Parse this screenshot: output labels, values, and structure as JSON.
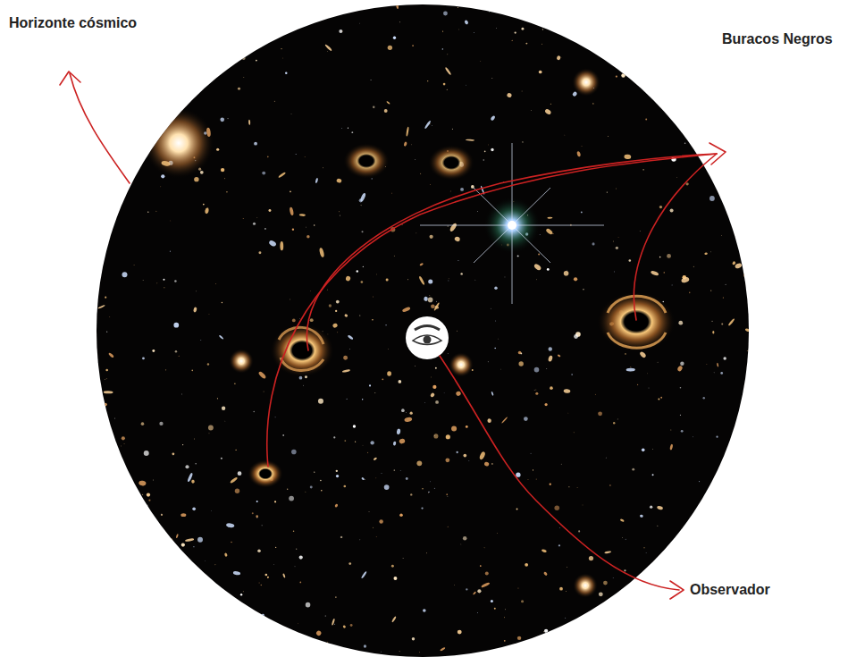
{
  "diagram": {
    "labels": [
      "Horizonte cósmico",
      "Buracos Negros",
      "Observador"
    ]
  }
}
